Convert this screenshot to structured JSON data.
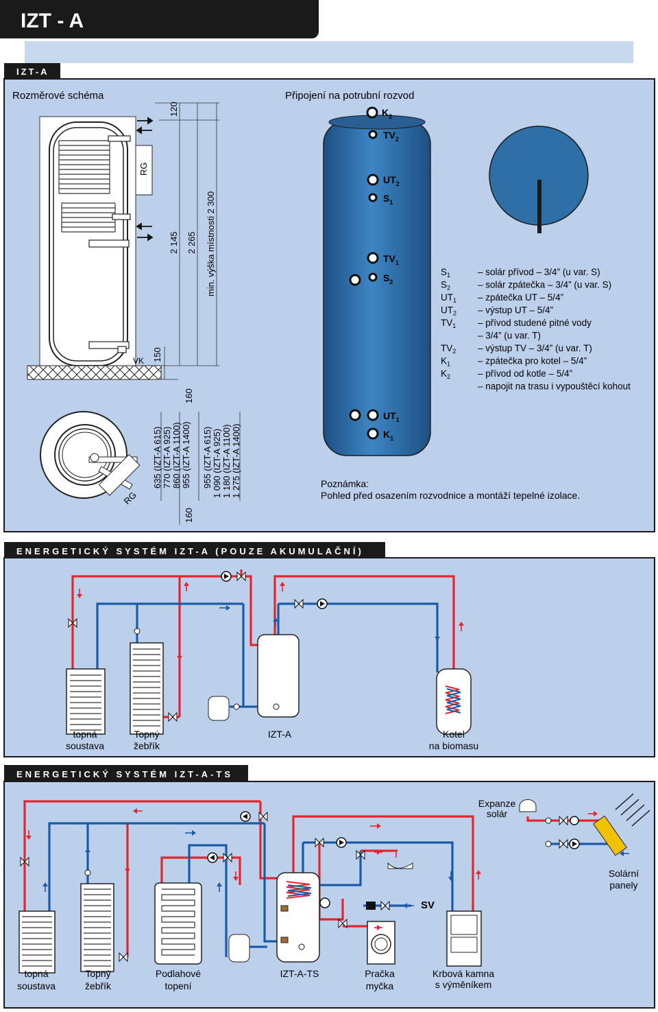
{
  "page_title": "IZT - A",
  "section1": {
    "tab": "IZT-A",
    "dim_title": "Rozměrové schéma",
    "conn_title": "Připojení na potrubní rozvod",
    "rg": "RG",
    "vk": "VK",
    "dims_side": [
      "120",
      "2 145",
      "2 265",
      "min. výška místnosti 2 300",
      "150",
      "160"
    ],
    "dims_bottom_a": [
      "635 (IZT-A 615)",
      "770 (IZT-A 925)",
      "860 (IZT-A 1100)",
      "955 (IZT-A 1400)"
    ],
    "dims_bottom_b": [
      "955 (IZT-A 615)",
      "1 090 (IZT-A 925)",
      "1 180 (IZT-A 1100)",
      "1 275 (IZT-A 1400)"
    ],
    "dim_160b": "160",
    "ports": [
      {
        "name": "K",
        "sub": "2"
      },
      {
        "name": "TV",
        "sub": "2"
      },
      {
        "name": "UT",
        "sub": "2"
      },
      {
        "name": "S",
        "sub": "1"
      },
      {
        "name": "TV",
        "sub": "1"
      },
      {
        "name": "S",
        "sub": "2"
      },
      {
        "name": "UT",
        "sub": "1"
      },
      {
        "name": "K",
        "sub": "1"
      }
    ],
    "legend": [
      {
        "code": "S",
        "sub": "1",
        "text": "– solár přívod – 3/4” (u var. S)"
      },
      {
        "code": "S",
        "sub": "2",
        "text": "– solár zpátečka – 3/4” (u var. S)"
      },
      {
        "code": "UT",
        "sub": "1",
        "text": "– zpátečka UT – 5/4”"
      },
      {
        "code": "UT",
        "sub": "2",
        "text": "– výstup UT – 5/4”"
      },
      {
        "code": "TV",
        "sub": "1",
        "text": "– přívod studené pitné vody"
      },
      {
        "code": "",
        "sub": "",
        "text": "– 3/4” (u var. T)"
      },
      {
        "code": "TV",
        "sub": "2",
        "text": "– výstup TV – 3/4” (u var. T)"
      },
      {
        "code": "K",
        "sub": "1",
        "text": "– zpátečka pro kotel – 5/4”"
      },
      {
        "code": "K",
        "sub": "2",
        "text": "– přívod od kotle – 5/4”"
      },
      {
        "code": "",
        "sub": "",
        "text": "– napojit na trasu i vypouštěcí kohout"
      }
    ],
    "note_title": "Poznámka:",
    "note_text": "Pohled před osazením rozvodnice a montáží tepelné izolace."
  },
  "section2": {
    "tab": "ENERGETICKÝ SYSTÉM IZT-A (POUZE AKUMULAČNÍ)",
    "labels": [
      {
        "l1": "topná",
        "l2": "soustava"
      },
      {
        "l1": "Topný",
        "l2": "žebřík"
      },
      {
        "l1": "IZT-A",
        "l2": ""
      },
      {
        "l1": "Kotel",
        "l2": "na biomasu"
      }
    ]
  },
  "section3": {
    "tab": "ENERGETICKÝ SYSTÉM IZT-A-TS",
    "expanze": {
      "l1": "Expanze",
      "l2": "solár"
    },
    "solar": {
      "l1": "Solární",
      "l2": "panely"
    },
    "sv": "SV",
    "labels": [
      {
        "l1": "topná",
        "l2": "soustava"
      },
      {
        "l1": "Topný",
        "l2": "žebřík"
      },
      {
        "l1": "Podlahové",
        "l2": "topení"
      },
      {
        "l1": "IZT-A-TS",
        "l2": ""
      },
      {
        "l1": "Pračka",
        "l2": "myčka"
      },
      {
        "l1": "Krbová kamna",
        "l2": "s výměníkem"
      }
    ]
  },
  "colors": {
    "panel": "#bcd0ec",
    "red": "#e3262e",
    "blue": "#1b5aa6",
    "tank": "#2f6fa8",
    "dark": "#1a1a1a"
  }
}
